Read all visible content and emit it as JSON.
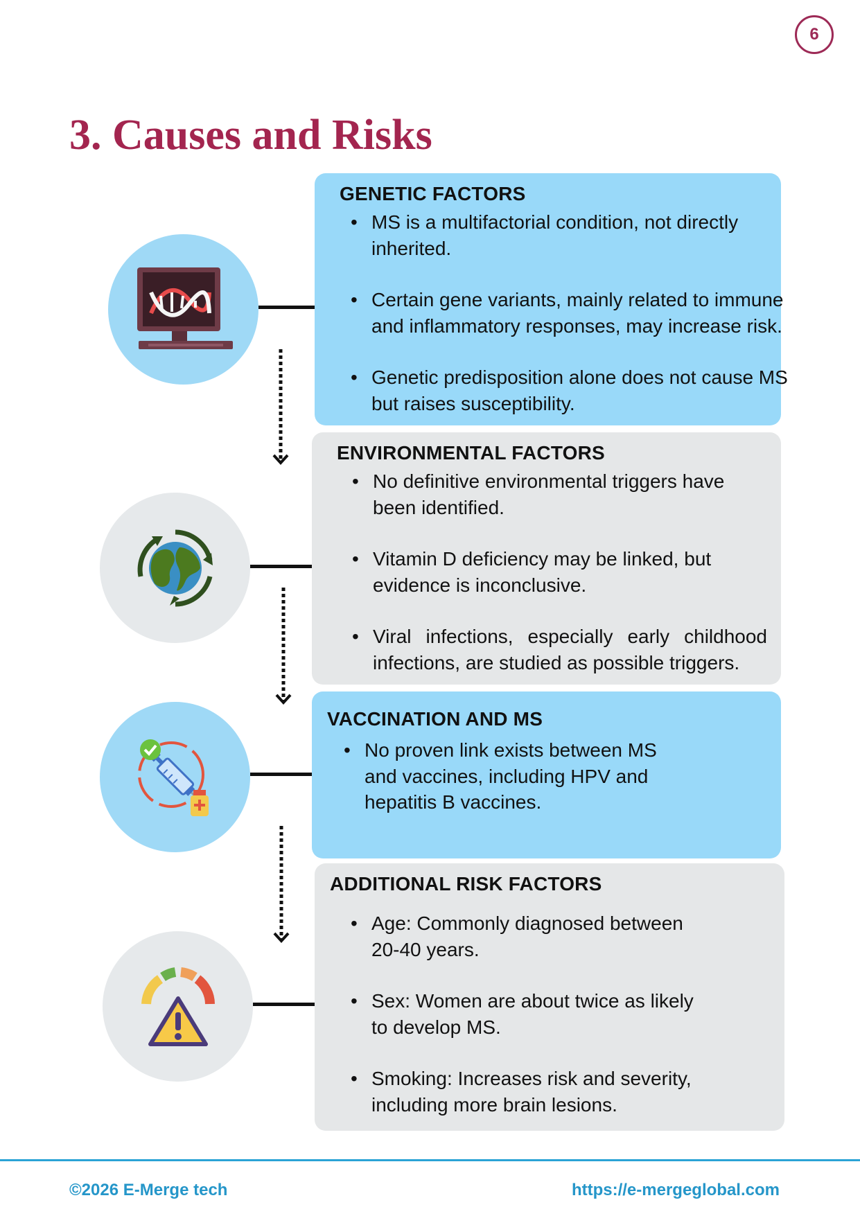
{
  "page": {
    "number": "6",
    "title": "3. Causes and Risks"
  },
  "sections": [
    {
      "heading": "GENETIC FACTORS",
      "icon": "dna-computer-icon",
      "bullets": [
        "MS is a multifactorial condition, not directly inherited.",
        "Certain gene variants, mainly related to immune and inflammatory responses, may increase risk.",
        "Genetic predisposition alone does not cause MS but raises susceptibility."
      ]
    },
    {
      "heading": "ENVIRONMENTAL FACTORS",
      "icon": "globe-recycle-icon",
      "bullets": [
        "No definitive environmental triggers have been identified.",
        "Vitamin D deficiency may be linked, but evidence is inconclusive.",
        "Viral infections, especially early childhood infections, are studied as possible triggers."
      ]
    },
    {
      "heading": "VACCINATION AND MS",
      "icon": "vaccine-syringe-icon",
      "bullets": [
        "No proven link exists between MS and vaccines, including HPV and hepatitis B vaccines."
      ]
    },
    {
      "heading": "ADDITIONAL RISK FACTORS",
      "icon": "risk-gauge-warning-icon",
      "bullets": [
        "Age: Commonly diagnosed between 20-40 years.",
        "Sex: Women are about twice as likely to develop MS.",
        "Smoking: Increases risk and severity, including more brain lesions."
      ]
    }
  ],
  "footer": {
    "copyright": "©2026 E-Merge tech",
    "url": "https://e-mergeglobal.com"
  },
  "colors": {
    "title": "#a3254f",
    "card_blue": "#99d9f9",
    "card_grey": "#e5e7e8",
    "footer": "#2596c9"
  }
}
